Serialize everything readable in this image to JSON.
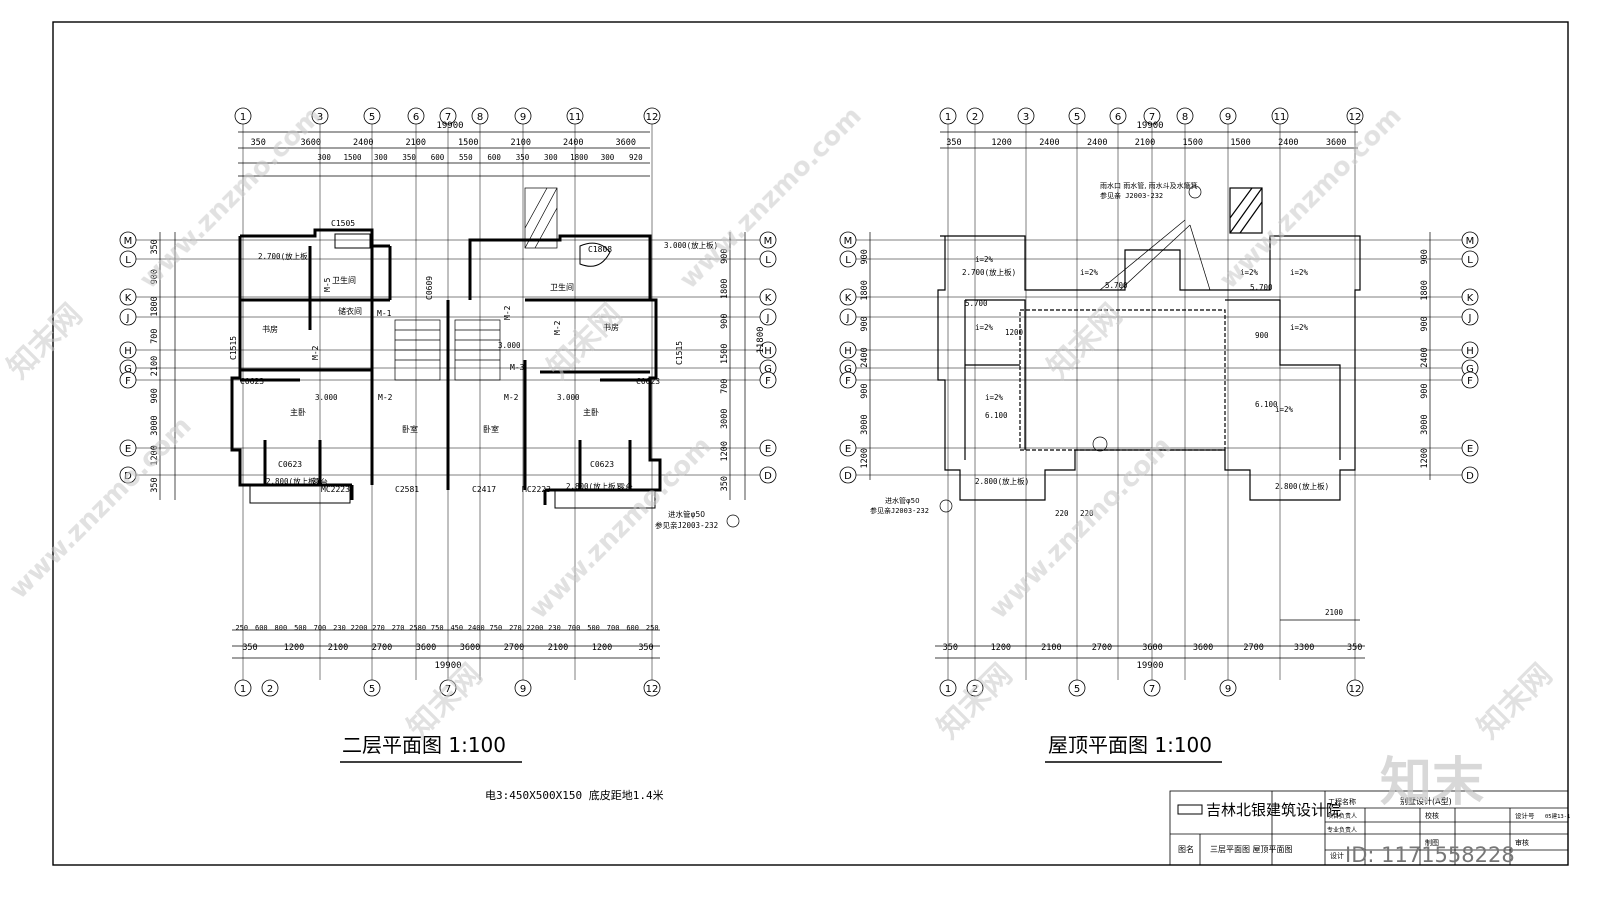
{
  "watermark": {
    "site": "www.znzmo.com",
    "brand_cn": "知末网",
    "logo": "知末",
    "id_label": "ID: 1171558228"
  },
  "plan_left": {
    "title": "二层平面图 1:100",
    "note": "电3:450X500X150 底皮距地1.4米",
    "total_width": "19900",
    "total_depth": "11800",
    "top_axes": [
      "1",
      "3",
      "5",
      "6",
      "7",
      "8",
      "9",
      "11",
      "12"
    ],
    "bottom_axes": [
      "1",
      "2",
      "5",
      "7",
      "9",
      "12"
    ],
    "row_axes": [
      "M",
      "L",
      "K",
      "J",
      "H",
      "G",
      "F",
      "E",
      "D"
    ],
    "top_dims": [
      "350",
      "3600",
      "2400",
      "2100",
      "1500",
      "2100",
      "2400",
      "3600"
    ],
    "top_sub_dims": [
      "300",
      "1500",
      "300",
      "350",
      "600",
      "550",
      "600",
      "350",
      "300",
      "1800",
      "300",
      "920"
    ],
    "bottom_dims": [
      "350",
      "1200",
      "2100",
      "2700",
      "3600",
      "3600",
      "2700",
      "2100",
      "1200",
      "350"
    ],
    "bottom_sub_dims": [
      "250",
      "600",
      "800",
      "500",
      "700",
      "230",
      "2200",
      "270",
      "270",
      "2580",
      "750",
      "450",
      "2400",
      "750",
      "270",
      "2200",
      "230",
      "700",
      "500",
      "700",
      "600",
      "250"
    ],
    "left_dims": [
      "350",
      "900",
      "1800",
      "700",
      "2100",
      "900",
      "3000",
      "1200",
      "350"
    ],
    "right_dims": [
      "900",
      "1800",
      "900",
      "1500",
      "700",
      "3000",
      "1200",
      "350"
    ],
    "rooms": [
      "卫生间",
      "储衣间",
      "书房",
      "主卧",
      "卧室",
      "卧室",
      "卫生间",
      "书房",
      "主卧",
      "露台",
      "露台"
    ],
    "window_codes": [
      "C1505",
      "C1808",
      "C0609",
      "C1515",
      "C1515",
      "C0623",
      "C0623",
      "C0623",
      "C0623",
      "MC2223",
      "MC2223",
      "C2417",
      "C2581"
    ],
    "door_codes": [
      "M-1",
      "M-2",
      "M-2",
      "M-2",
      "M-3",
      "M-2",
      "M-2",
      "M-5"
    ],
    "elevations": [
      "2.700(放上板)",
      "3.000(放上板)",
      "3.000",
      "3.000",
      "3.000",
      "2.800(放上板)",
      "2.800(放上板)"
    ],
    "callouts": [
      "进水管φ50",
      "参见亲J2003-232"
    ]
  },
  "plan_right": {
    "title": "屋顶平面图 1:100",
    "total_width": "19900",
    "top_axes": [
      "1",
      "2",
      "3",
      "5",
      "6",
      "7",
      "8",
      "9",
      "11",
      "12"
    ],
    "bottom_axes": [
      "1",
      "2",
      "5",
      "7",
      "9",
      "12"
    ],
    "row_axes": [
      "M",
      "L",
      "K",
      "J",
      "H",
      "G",
      "F",
      "E",
      "D"
    ],
    "top_dims": [
      "350",
      "1200",
      "2400",
      "2400",
      "2100",
      "1500",
      "1500",
      "2400",
      "3600"
    ],
    "bottom_dims": [
      "350",
      "1200",
      "2100",
      "2700",
      "3600",
      "3600",
      "2700",
      "3300",
      "350"
    ],
    "left_dims": [
      "900",
      "1800",
      "900",
      "2400",
      "900",
      "3000",
      "1200"
    ],
    "right_dims": [
      "900",
      "1800",
      "900",
      "2400",
      "900",
      "3000",
      "1200"
    ],
    "slopes": [
      "i=2%",
      "i=2%",
      "i=2%",
      "i=2%",
      "i=2%",
      "i=2%",
      "i=2%",
      "i=2%"
    ],
    "elevations": [
      "2.700(放上板)",
      "5.700",
      "5.700",
      "5.700",
      "6.100",
      "6.100",
      "2.800(放上板)",
      "2.800(放上板)"
    ],
    "callouts": [
      "雨水口 雨水管, 雨水斗及水簸箕",
      "参见亲 J2003-232",
      "进水管φ50",
      "参见亲J2003-232"
    ],
    "extra_dims": [
      "1200",
      "900",
      "220",
      "220",
      "2100"
    ]
  },
  "title_block": {
    "firm": "吉林北银建筑设计院",
    "project_label": "工程名称",
    "project_value": "别墅设计(A型)",
    "leader_label": "项目负责人",
    "check_label": "校核",
    "design_no_label": "设计号",
    "design_no_value": "05建13-1",
    "pro_leader_label": "专业负责人",
    "draw_label": "制图",
    "design_label": "设计",
    "review_label": "审核",
    "drawing_name_label": "图名",
    "drawing_name_value": "三层平面图 屋顶平面图"
  }
}
